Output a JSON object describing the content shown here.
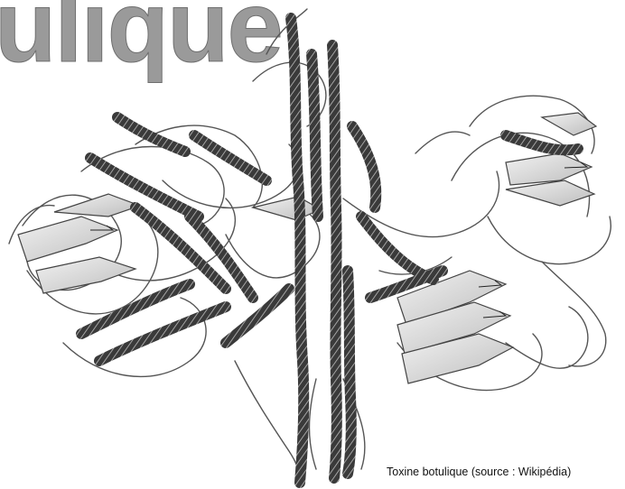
{
  "heading": {
    "text": "ulique"
  },
  "figure": {
    "caption": "Toxine botulique (source : Wikipédia)",
    "icon": "protein-ribbon-structure",
    "colors": {
      "helix": "#3a3a3a",
      "helix_highlight": "#bdbdbd",
      "coil": "#555555",
      "sheet_fill": "#d8d8d8",
      "heading_fill": "#9a9a9a"
    }
  }
}
